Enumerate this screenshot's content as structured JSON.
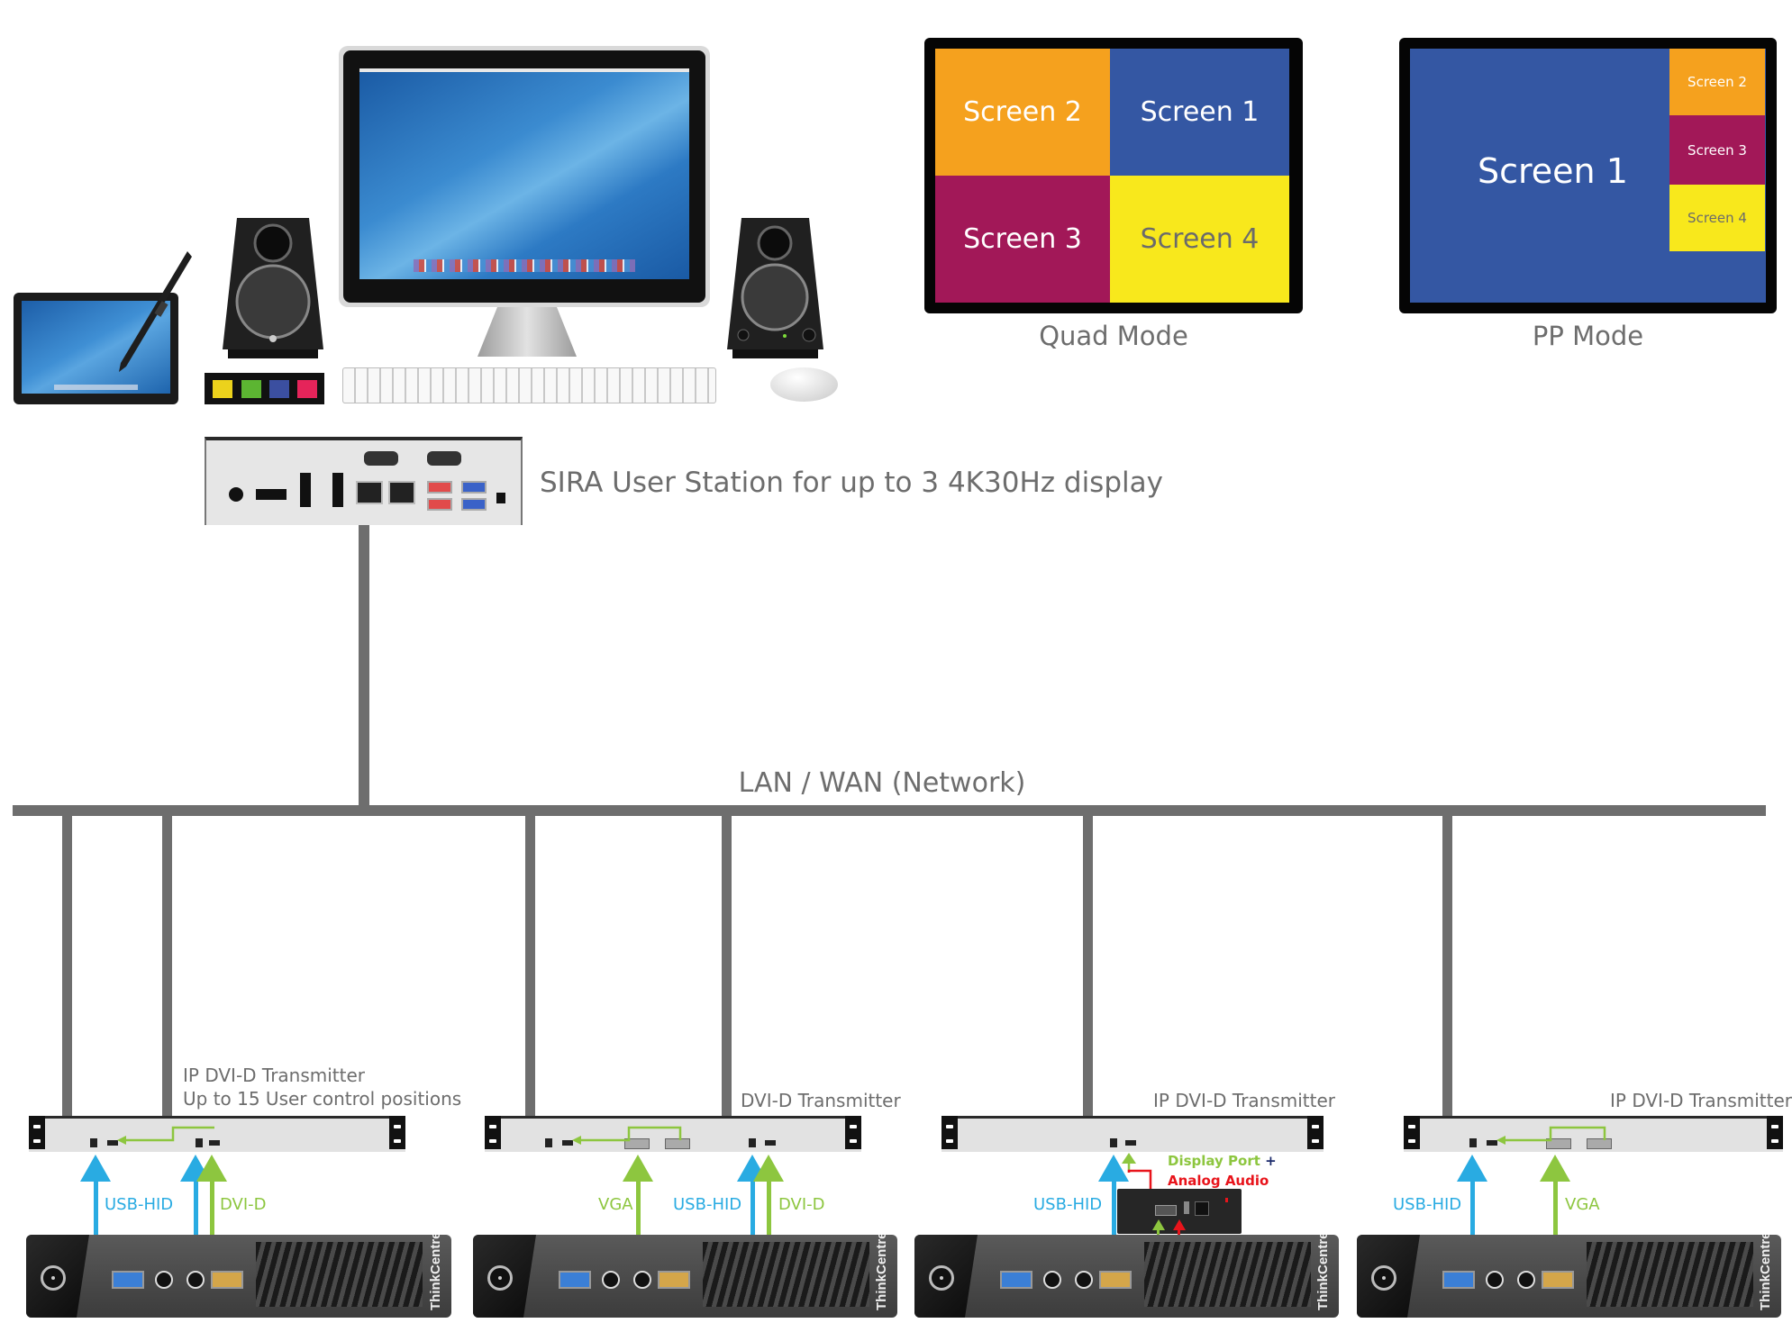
{
  "colors": {
    "network": "#6e6e6e",
    "usb_hid": "#29abe2",
    "video": "#8dc63f",
    "audio": "#e8141b",
    "label_gray": "#6d6d6d",
    "screen1": "#3457a3",
    "screen2": "#f5a11e",
    "screen3": "#a21858",
    "screen4": "#f8e81c"
  },
  "user_station": {
    "label": "SIRA User Station for up to 3 4K30Hz display",
    "ports": [
      "DC-IN",
      "HDMI",
      "DP",
      "DP",
      "COM 1",
      "COM 2",
      "3.1",
      "SS"
    ],
    "peripherals": [
      "tablet",
      "pen",
      "speaker-left",
      "monitor",
      "speaker-right",
      "keyboard",
      "mouse"
    ],
    "color_keys": [
      "#ecd21c",
      "#5cb532",
      "#3b4fa0",
      "#e5245a"
    ]
  },
  "quad_mode": {
    "caption": "Quad Mode",
    "tiles": [
      {
        "label": "Screen 2",
        "color": "#f5a11e",
        "text_color": "#ffffff"
      },
      {
        "label": "Screen 1",
        "color": "#3457a3",
        "text_color": "#ffffff"
      },
      {
        "label": "Screen 3",
        "color": "#a21858",
        "text_color": "#ffffff"
      },
      {
        "label": "Screen 4",
        "color": "#f8e81c",
        "text_color": "#6b6b6b"
      }
    ]
  },
  "pp_mode": {
    "caption": "PP Mode",
    "main": {
      "label": "Screen 1",
      "color": "#3457a3"
    },
    "insets": [
      {
        "label": "Screen 2",
        "color": "#f5a11e",
        "text_color": "#ffffff"
      },
      {
        "label": "Screen 3",
        "color": "#a21858",
        "text_color": "#ffffff"
      },
      {
        "label": "Screen 4",
        "color": "#f8e81c",
        "text_color": "#6b6b6b"
      }
    ]
  },
  "network": {
    "label": "LAN / WAN (Network)"
  },
  "transmitters": [
    {
      "title": "IP DVI-D Transmitter",
      "subtitle": "Up to 15 User control positions",
      "signals": [
        {
          "label": "USB-HID",
          "type": "usb"
        },
        {
          "label": "DVI-D",
          "type": "video"
        }
      ]
    },
    {
      "title": "DVI-D Transmitter",
      "subtitle": "",
      "signals": [
        {
          "label": "VGA",
          "type": "video"
        },
        {
          "label": "USB-HID",
          "type": "usb"
        },
        {
          "label": "DVI-D",
          "type": "video"
        }
      ]
    },
    {
      "title": "IP DVI-D Transmitter",
      "subtitle": "",
      "signals": [
        {
          "label": "USB-HID",
          "type": "usb"
        }
      ],
      "converter_label_1": "Display Port",
      "converter_plus": "+",
      "converter_label_2": "Analog Audio"
    },
    {
      "title": "IP DVI-D Transmitter",
      "subtitle": "",
      "signals": [
        {
          "label": "USB-HID",
          "type": "usb"
        },
        {
          "label": "VGA",
          "type": "video"
        }
      ]
    }
  ],
  "computers": [
    {
      "brand": "ThinkCentre"
    },
    {
      "brand": "ThinkCentre"
    },
    {
      "brand": "ThinkCentre"
    },
    {
      "brand": "ThinkCentre"
    }
  ]
}
